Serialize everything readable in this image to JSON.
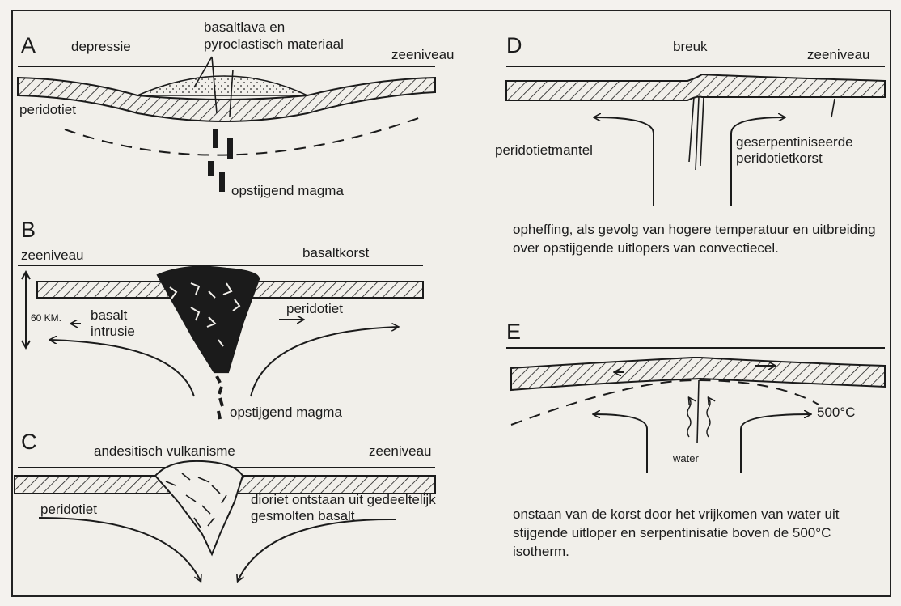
{
  "panels": {
    "A": {
      "letter": "A",
      "depression": "depressie",
      "lava_line1": "basaltlava en",
      "lava_line2": "pyroclastisch materiaal",
      "sea_level": "zeeniveau",
      "peridotite": "peridotiet",
      "rising_magma": "opstijgend magma"
    },
    "B": {
      "letter": "B",
      "sea_level": "zeeniveau",
      "basalt_crust": "basaltkorst",
      "depth": "60 KM.",
      "basalt_line1": "basalt",
      "basalt_line2": "intrusie",
      "peridotite": "peridotiet",
      "rising_magma": "opstijgend magma"
    },
    "C": {
      "letter": "C",
      "andesitic": "andesitisch vulkanisme",
      "sea_level": "zeeniveau",
      "peridotite": "peridotiet",
      "diorite_line1": "dioriet ontstaan uit gedeeltelijk",
      "diorite_line2": "gesmolten basalt"
    },
    "D": {
      "letter": "D",
      "fault": "breuk",
      "sea_level": "zeeniveau",
      "mantle": "peridotietmantel",
      "serp_line1": "geserpentiniseerde",
      "serp_line2": "peridotietkorst",
      "caption": "opheffing, als gevolg van hogere temperatuur en uitbreiding over opstijgende uitlopers van convectiecel."
    },
    "E": {
      "letter": "E",
      "isotherm": "500°C",
      "water": "water",
      "caption": "onstaan van de korst door het vrijkomen van water uit stijgende uitloper en serpentinisatie boven de 500°C isotherm."
    }
  }
}
